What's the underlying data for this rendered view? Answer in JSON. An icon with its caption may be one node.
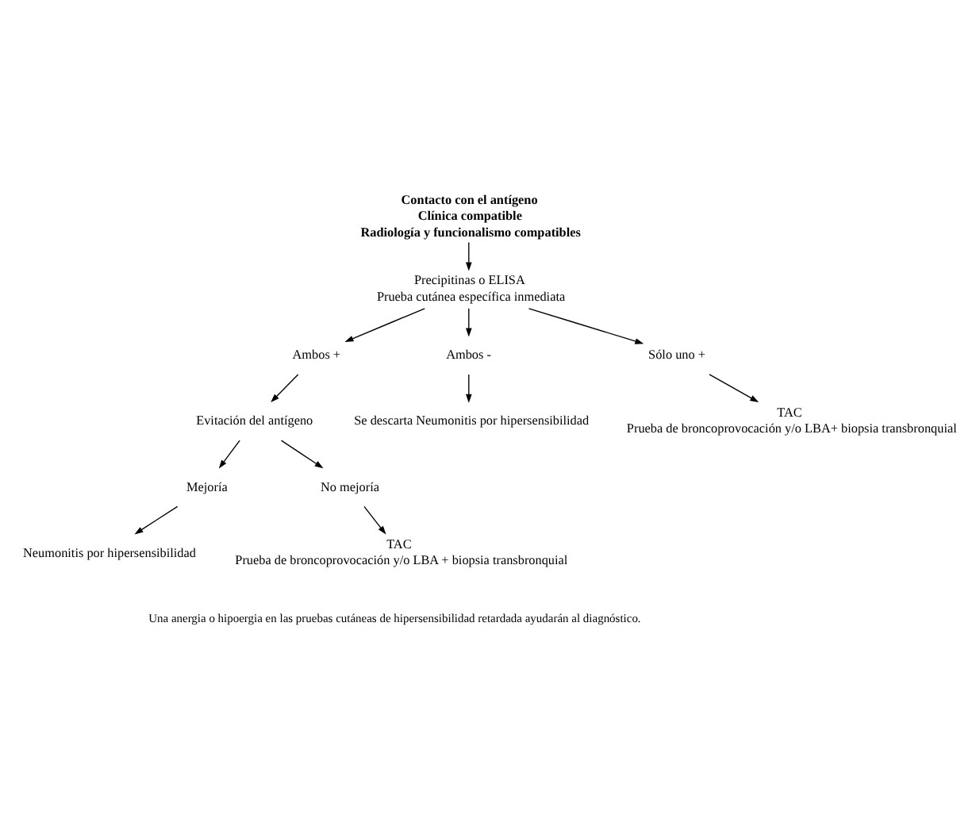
{
  "diagram": {
    "nodes": [
      {
        "text": [
          "Contacto con el antígeno",
          "Clínica compatible",
          "Radiología y funcionalismo compatibles"
        ]
      },
      {
        "text": [
          "Precipitinas o ELISA",
          "Prueba cutánea específica inmediata"
        ]
      },
      {
        "text": [
          "Ambos +"
        ]
      },
      {
        "text": [
          "Ambos -"
        ]
      },
      {
        "text": [
          "Sólo uno +"
        ]
      },
      {
        "text": [
          "Evitación del antígeno"
        ]
      },
      {
        "text": [
          "Se descarta Neumonitis por hipersensibilidad"
        ]
      },
      {
        "text": [
          "TAC",
          "Prueba de broncoprovocación y/o LBA+ biopsia transbronquial"
        ]
      },
      {
        "text": [
          "Mejoría"
        ]
      },
      {
        "text": [
          "No mejoría"
        ]
      },
      {
        "text": [
          "Neumonitis por hipersensibilidad"
        ]
      },
      {
        "text": [
          "TAC",
          "Prueba de broncoprovocación y/o LBA + biopsia transbronquial"
        ]
      }
    ],
    "edges": [
      {
        "from": 0,
        "to": 1,
        "arrow": "to"
      },
      {
        "from": 1,
        "to": 2,
        "arrow": "to"
      },
      {
        "from": 1,
        "to": 3,
        "arrow": "to"
      },
      {
        "from": 1,
        "to": 4,
        "arrow": "to"
      },
      {
        "from": 2,
        "to": 5,
        "arrow": "to"
      },
      {
        "from": 3,
        "to": 6,
        "arrow": "to"
      },
      {
        "from": 4,
        "to": 7,
        "arrow": "to"
      },
      {
        "from": 5,
        "to": 8,
        "arrow": "to"
      },
      {
        "from": 5,
        "to": 9,
        "arrow": "to"
      },
      {
        "from": 8,
        "to": 10,
        "arrow": "to"
      },
      {
        "from": 9,
        "to": 11,
        "arrow": "to"
      }
    ],
    "labels": [
      "Una anergia o hipoergia en las pruebas cutáneas de hipersensibilidad retardada ayudarán al diagnóstico."
    ]
  }
}
